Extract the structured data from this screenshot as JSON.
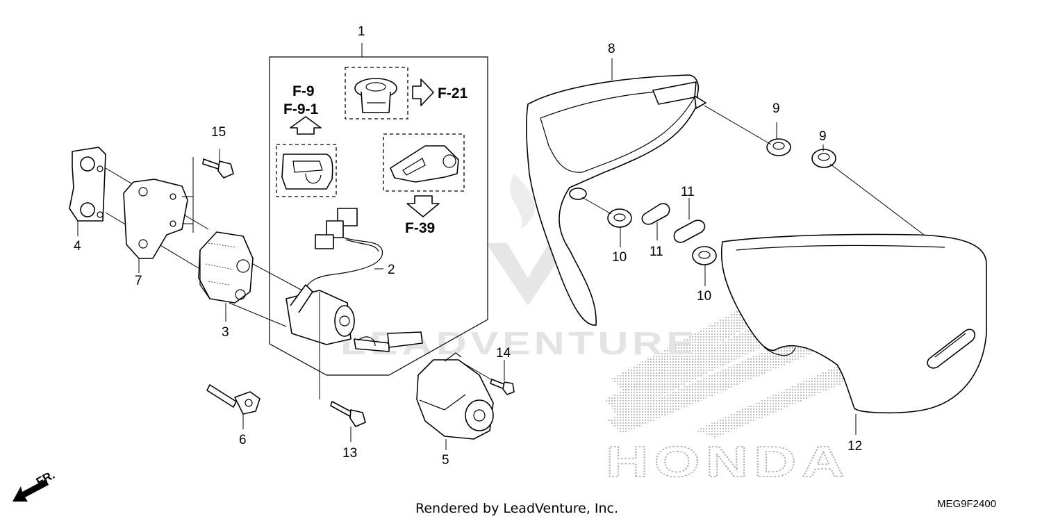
{
  "diagram": {
    "part_numbers": [
      "1",
      "2",
      "3",
      "4",
      "5",
      "6",
      "7",
      "8",
      "9",
      "9",
      "10",
      "10",
      "11",
      "11",
      "12",
      "13",
      "14",
      "15"
    ],
    "references": {
      "up_top": "F-9",
      "up_bottom": "F-9-1",
      "right": "F-21",
      "down": "F-39"
    },
    "front_label": "FR.",
    "footer_text": "Rendered by LeadVenture, Inc.",
    "diagram_code": "MEG9F2400",
    "watermark_text": "LEADVENTURE",
    "logo_text": "HONDA"
  }
}
